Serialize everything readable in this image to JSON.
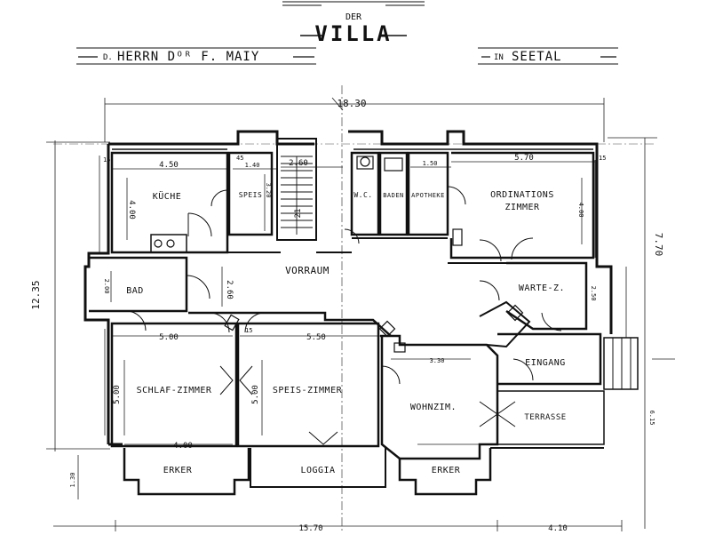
{
  "title": {
    "der": "DER",
    "main": "VILLA",
    "owner_prefix": "D.",
    "owner": "HERRN Dᴼᴿ F. MAIY",
    "location_prefix": "IN",
    "location": "SEETAL"
  },
  "rooms": {
    "kueche": "KÜCHE",
    "speis": "SPEIS",
    "wc": "W.C.",
    "baden": "BADEN",
    "apotheke": "APOTHEKE",
    "ordination_1": "ORDINATIONS",
    "ordination_2": "ZIMMER",
    "bad": "BAD",
    "vorraum": "VORRAUM",
    "warte": "WARTE-Z.",
    "eingang": "EINGANG",
    "schlafzimmer": "SCHLAF-ZIMMER",
    "speisezimmer": "SPEIS-ZIMMER",
    "wohnzimmer": "WOHNZIM.",
    "terrasse": "TERRASSE",
    "erker_left": "ERKER",
    "loggia": "LOGGIA",
    "erker_right": "ERKER"
  },
  "dimensions": {
    "overall_width": "18.30",
    "overall_depth": "12.35",
    "right_depth": "7.70",
    "bottom_width": "15.70",
    "bottom_right": "4.10",
    "kueche_w": "4.50",
    "speis_w": "1.40",
    "stair_w": "2.60",
    "apotheke_w": "1.50",
    "ordination_w": "5.70",
    "vorraum_h": "2.60",
    "bad_h": "2.00",
    "warte_h": "2.50",
    "schlaf_w": "5.00",
    "speisez_w": "5.50",
    "wohnz_w": "3.30",
    "schlaf_h": "5.00",
    "speisez_h": "5.00",
    "erker_w": "4.00",
    "kueche_h": "4.00",
    "ordination_h": "4.00",
    "speis_h": "3.20",
    "right_h": "6.15",
    "loggia_depth": "1.30",
    "wall_15": "15",
    "wall_45": "45",
    "stair_label": "21"
  }
}
